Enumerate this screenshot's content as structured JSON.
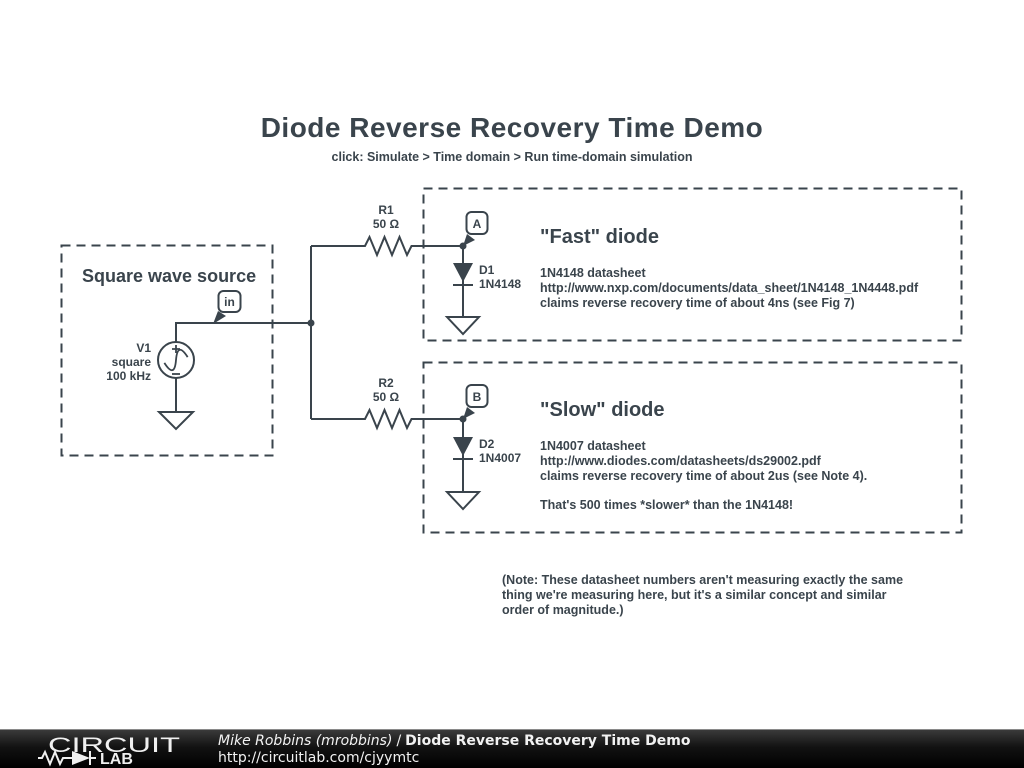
{
  "page": {
    "title": "Diode Reverse Recovery Time Demo",
    "subtitle": "click: Simulate > Time domain > Run time-domain simulation"
  },
  "schematic": {
    "source_box_label": "Square wave source",
    "node_in_label": "in",
    "node_a_label": "A",
    "node_b_label": "B",
    "v1": {
      "ref": "V1",
      "waveform": "square",
      "frequency": "100 kHz"
    },
    "r1": {
      "ref": "R1",
      "value": "50 Ω"
    },
    "r2": {
      "ref": "R2",
      "value": "50 Ω"
    },
    "d1": {
      "ref": "D1",
      "part": "1N4148"
    },
    "d2": {
      "ref": "D2",
      "part": "1N4007"
    }
  },
  "fast_box": {
    "heading": "\"Fast\" diode",
    "line1": "1N4148 datasheet",
    "line2": "http://www.nxp.com/documents/data_sheet/1N4148_1N4448.pdf",
    "line3": "claims reverse recovery time of about 4ns (see Fig 7)"
  },
  "slow_box": {
    "heading": "\"Slow\" diode",
    "line1": "1N4007 datasheet",
    "line2": "http://www.diodes.com/datasheets/ds29002.pdf",
    "line3": "claims reverse recovery time of about 2us (see Note 4).",
    "line4": "That's 500 times *slower* than the 1N4148!"
  },
  "note": {
    "line1": "(Note: These datasheet numbers aren't measuring exactly the same",
    "line2": "thing we're measuring here, but it's a similar concept and similar",
    "line3": "order of magnitude.)"
  },
  "footer": {
    "logo_word": "CIRCUIT",
    "logo_sub": "LAB",
    "author": "Mike Robbins (mrobbins)",
    "separator": "/",
    "title": "Diode Reverse Recovery Time Demo",
    "url": "http://circuitlab.com/cjyymtc"
  },
  "colors": {
    "ink": "#3a444c",
    "background": "#ffffff",
    "footer_background": "#000000",
    "footer_text": "#f2f2f2"
  }
}
